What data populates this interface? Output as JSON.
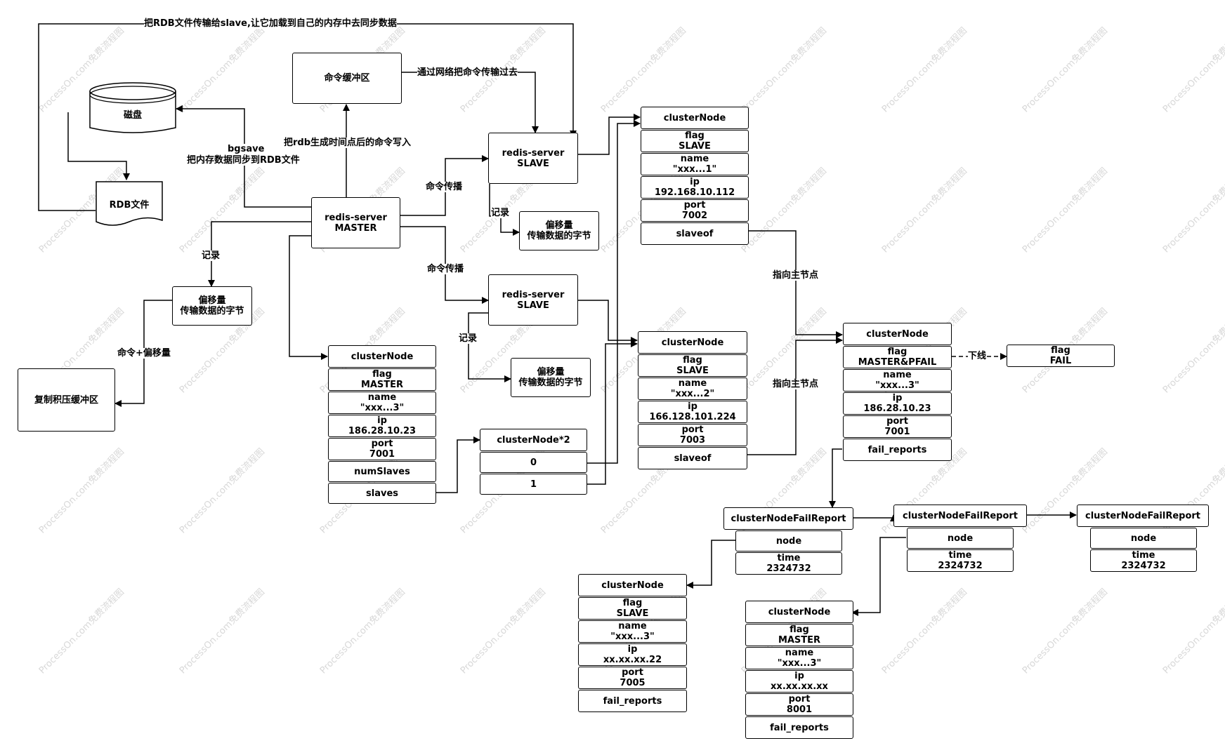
{
  "labels": {
    "top_edge": "把RDB文件传输给slave,让它加载到自己的内存中去同步数据",
    "network": "通过网络把命令传输过去",
    "write_cmd": "把rdb生成时间点后的命令写入",
    "bgsave": "bgsave",
    "bgsave_desc": "把内存数据同步到RDB文件",
    "propagate1": "命令传播",
    "propagate2": "命令传播",
    "record_master": "记录",
    "record_slave1": "记录",
    "record_slave2": "记录",
    "cmd_offset": "命令+偏移量",
    "point_master1": "指向主节点",
    "point_master2": "指向主节点",
    "offline": "下线"
  },
  "nodes": {
    "disk": "磁盘",
    "rdb_file": "RDB文件",
    "cmd_buffer": "命令缓冲区",
    "master": [
      "redis-server",
      "MASTER"
    ],
    "slave1": [
      "redis-server",
      "SLAVE"
    ],
    "slave2": [
      "redis-server",
      "SLAVE"
    ],
    "offset_master": [
      "偏移量",
      "传输数据的字节"
    ],
    "offset_slave1": [
      "偏移量",
      "传输数据的字节"
    ],
    "offset_slave2": [
      "偏移量",
      "传输数据的字节"
    ],
    "backlog": "复制积压缓冲区",
    "flag_fail": [
      "flag",
      "FAIL"
    ]
  },
  "node_master": {
    "title": "clusterNode",
    "rows": [
      [
        "flag",
        "MASTER"
      ],
      [
        "name",
        "\"xxx...3\""
      ],
      [
        "ip",
        "186.28.10.23"
      ],
      [
        "port",
        "7001"
      ],
      [
        "numSlaves"
      ],
      [
        "slaves"
      ]
    ]
  },
  "node_slaves_array": {
    "title": "clusterNode*2",
    "rows": [
      [
        "0"
      ],
      [
        "1"
      ]
    ]
  },
  "node_slave1": {
    "title": "clusterNode",
    "rows": [
      [
        "flag",
        "SLAVE"
      ],
      [
        "name",
        "\"xxx...1\""
      ],
      [
        "ip",
        "192.168.10.112"
      ],
      [
        "port",
        "7002"
      ],
      [
        "slaveof"
      ]
    ]
  },
  "node_slave2": {
    "title": "clusterNode",
    "rows": [
      [
        "flag",
        "SLAVE"
      ],
      [
        "name",
        "\"xxx...2\""
      ],
      [
        "ip",
        "166.128.101.224"
      ],
      [
        "port",
        "7003"
      ],
      [
        "slaveof"
      ]
    ]
  },
  "node_pfail": {
    "title": "clusterNode",
    "rows": [
      [
        "flag",
        "MASTER&PFAIL"
      ],
      [
        "name",
        "\"xxx...3\""
      ],
      [
        "ip",
        "186.28.10.23"
      ],
      [
        "port",
        "7001"
      ],
      [
        "fail_reports"
      ]
    ]
  },
  "report1": {
    "title": "clusterNodeFailReport",
    "rows": [
      [
        "node"
      ],
      [
        "time",
        "2324732"
      ]
    ]
  },
  "report2": {
    "title": "clusterNodeFailReport",
    "rows": [
      [
        "node"
      ],
      [
        "time",
        "2324732"
      ]
    ]
  },
  "report3": {
    "title": "clusterNodeFailReport",
    "rows": [
      [
        "node"
      ],
      [
        "time",
        "2324732"
      ]
    ]
  },
  "node_reporter1": {
    "title": "clusterNode",
    "rows": [
      [
        "flag",
        "SLAVE"
      ],
      [
        "name",
        "\"xxx...3\""
      ],
      [
        "ip",
        "xx.xx.xx.22"
      ],
      [
        "port",
        "7005"
      ],
      [
        "fail_reports"
      ]
    ]
  },
  "node_reporter2": {
    "title": "clusterNode",
    "rows": [
      [
        "flag",
        "MASTER"
      ],
      [
        "name",
        "\"xxx...3\""
      ],
      [
        "ip",
        "xx.xx.xx.xx"
      ],
      [
        "port",
        "8001"
      ],
      [
        "fail_reports"
      ]
    ]
  },
  "watermark": "ProcessOn.com免费流程图"
}
